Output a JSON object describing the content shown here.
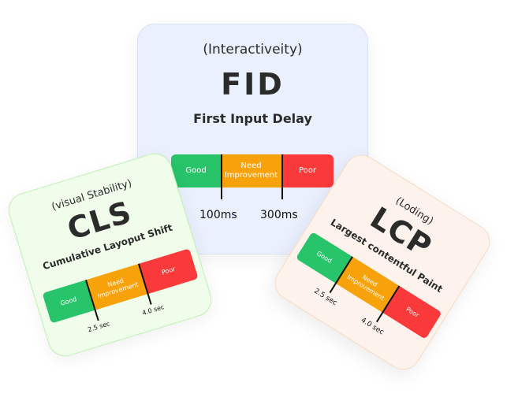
{
  "fid": {
    "subtitle": "(Interactiveity)",
    "title": "FID",
    "name": "First Input Delay",
    "segments": [
      "Good",
      "Need Improvement",
      "Poor"
    ],
    "thresholds": [
      "100ms",
      "300ms"
    ]
  },
  "cls": {
    "subtitle": "(visual Stability)",
    "title": "CLS",
    "name": "Cumulative Layoput Shift",
    "segments": [
      "Good",
      "Need Improvement",
      "Poor"
    ],
    "thresholds": [
      "2.5 sec",
      "4.0 sec"
    ]
  },
  "lcp": {
    "subtitle": "(Loding)",
    "title": "LCP",
    "name": "Largest contentful Paint",
    "segments": [
      "Good",
      "Need Improvement",
      "Poor"
    ],
    "thresholds": [
      "2.5 sec",
      "4.0 sec"
    ]
  },
  "colors": {
    "good": "#27c46a",
    "need": "#f7a20b",
    "poor": "#fa3a3a"
  }
}
